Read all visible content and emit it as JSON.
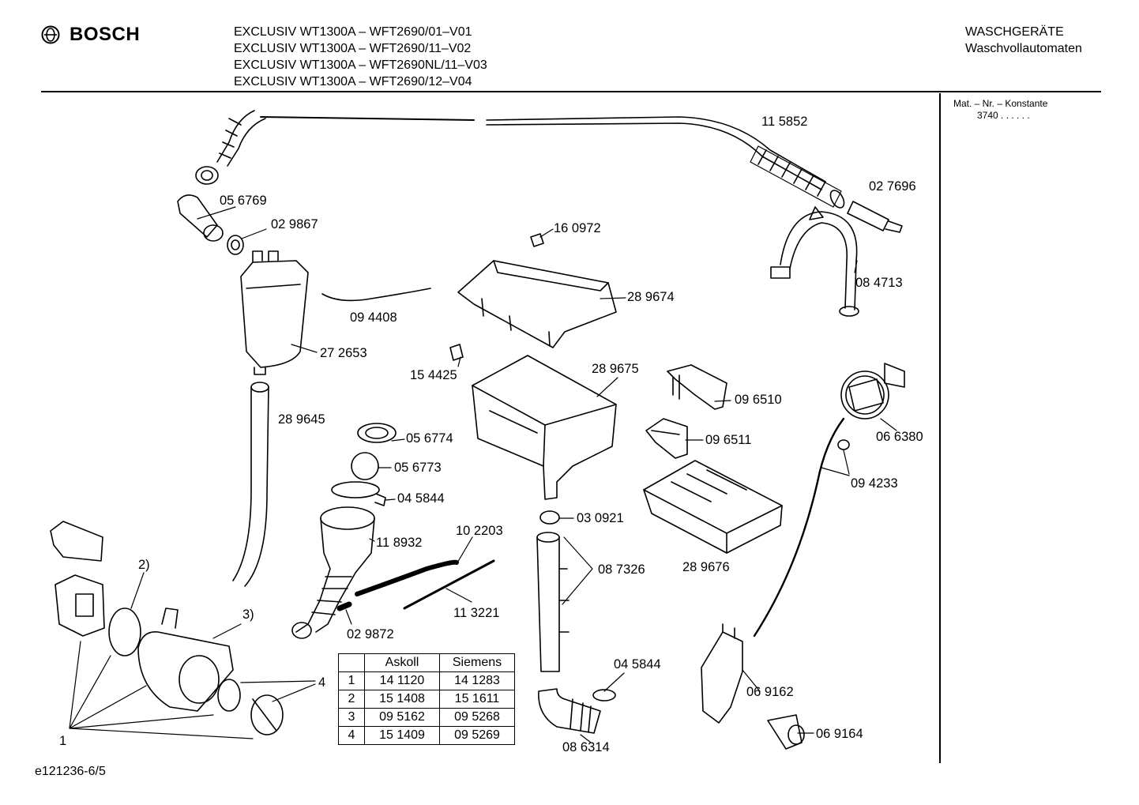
{
  "brand": "BOSCH",
  "models": [
    "EXCLUSIV WT1300A – WFT2690/01–V01",
    "EXCLUSIV WT1300A – WFT2690/11–V02",
    "EXCLUSIV WT1300A – WFT2690NL/11–V03",
    "EXCLUSIV WT1300A – WFT2690/12–V04"
  ],
  "category": {
    "line1": "WASCHGERÄTE",
    "line2": "Waschvollautomaten"
  },
  "sidebar": {
    "label": "Mat. – Nr. – Konstante",
    "value": "3740 . .   . . . ."
  },
  "parts": [
    {
      "id": "p1",
      "text": "11 5852"
    },
    {
      "id": "p2",
      "text": "02 7696"
    },
    {
      "id": "p3",
      "text": "05 6769"
    },
    {
      "id": "p4",
      "text": "02 9867"
    },
    {
      "id": "p5",
      "text": "16 0972"
    },
    {
      "id": "p6",
      "text": "28 9674"
    },
    {
      "id": "p7",
      "text": "08 4713"
    },
    {
      "id": "p8",
      "text": "09 4408"
    },
    {
      "id": "p9",
      "text": "27 2653"
    },
    {
      "id": "p10",
      "text": "15 4425"
    },
    {
      "id": "p11",
      "text": "28 9675"
    },
    {
      "id": "p12",
      "text": "09 6510"
    },
    {
      "id": "p13",
      "text": "06 6380"
    },
    {
      "id": "p14",
      "text": "28 9645"
    },
    {
      "id": "p15",
      "text": "05 6774"
    },
    {
      "id": "p16",
      "text": "09 6511"
    },
    {
      "id": "p17",
      "text": "05 6773"
    },
    {
      "id": "p18",
      "text": "09 4233"
    },
    {
      "id": "p19",
      "text": "04 5844"
    },
    {
      "id": "p20",
      "text": "10 2203"
    },
    {
      "id": "p21",
      "text": "03 0921"
    },
    {
      "id": "p22",
      "text": "11 8932"
    },
    {
      "id": "p23",
      "text": "08 7326"
    },
    {
      "id": "p24",
      "text": "28 9676"
    },
    {
      "id": "p25",
      "text": "2)"
    },
    {
      "id": "p26",
      "text": "3)"
    },
    {
      "id": "p27",
      "text": "11 3221"
    },
    {
      "id": "p28",
      "text": "02 9872"
    },
    {
      "id": "p29",
      "text": "04 5844"
    },
    {
      "id": "p30",
      "text": "4"
    },
    {
      "id": "p31",
      "text": "06 9162"
    },
    {
      "id": "p32",
      "text": "1"
    },
    {
      "id": "p33",
      "text": "06 9164"
    },
    {
      "id": "p34",
      "text": "08 6314"
    }
  ],
  "alt_table": {
    "headers": [
      "Askoll",
      "Siemens"
    ],
    "rows": [
      {
        "n": "1",
        "askoll": "14 1120",
        "siemens": "14 1283"
      },
      {
        "n": "2",
        "askoll": "15 1408",
        "siemens": "15 1611"
      },
      {
        "n": "3",
        "askoll": "09 5162",
        "siemens": "09 5268"
      },
      {
        "n": "4",
        "askoll": "15 1409",
        "siemens": "09 5269"
      }
    ]
  },
  "footer": "e121236-6/5"
}
